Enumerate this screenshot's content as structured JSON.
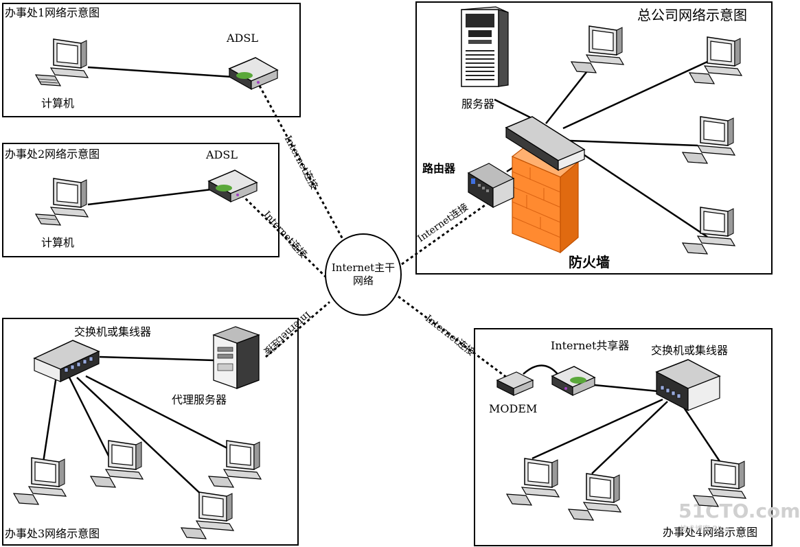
{
  "offices": {
    "office1": {
      "title": "办事处1网络示意图",
      "computer": "计算机",
      "adsl": "ADSL"
    },
    "office2": {
      "title": "办事处2网络示意图",
      "computer": "计算机",
      "adsl": "ADSL"
    },
    "office3": {
      "title": "办事处3网络示意图",
      "switch": "交换机或集线器",
      "proxy": "代理服务器"
    },
    "office4": {
      "title": "办事处4网络示意图",
      "modem": "MODEM",
      "sharer": "Internet共享器",
      "switch": "交换机或集线器"
    }
  },
  "hq": {
    "title": "总公司网络示意图",
    "server": "服务器",
    "router": "路由器",
    "firewall": "防火墙"
  },
  "hub": {
    "line1": "Internet主干",
    "line2": "网络"
  },
  "connection_label": "Internet连接",
  "watermark": {
    "main": "51CTO.com",
    "sub": "技术博客 Blog"
  }
}
